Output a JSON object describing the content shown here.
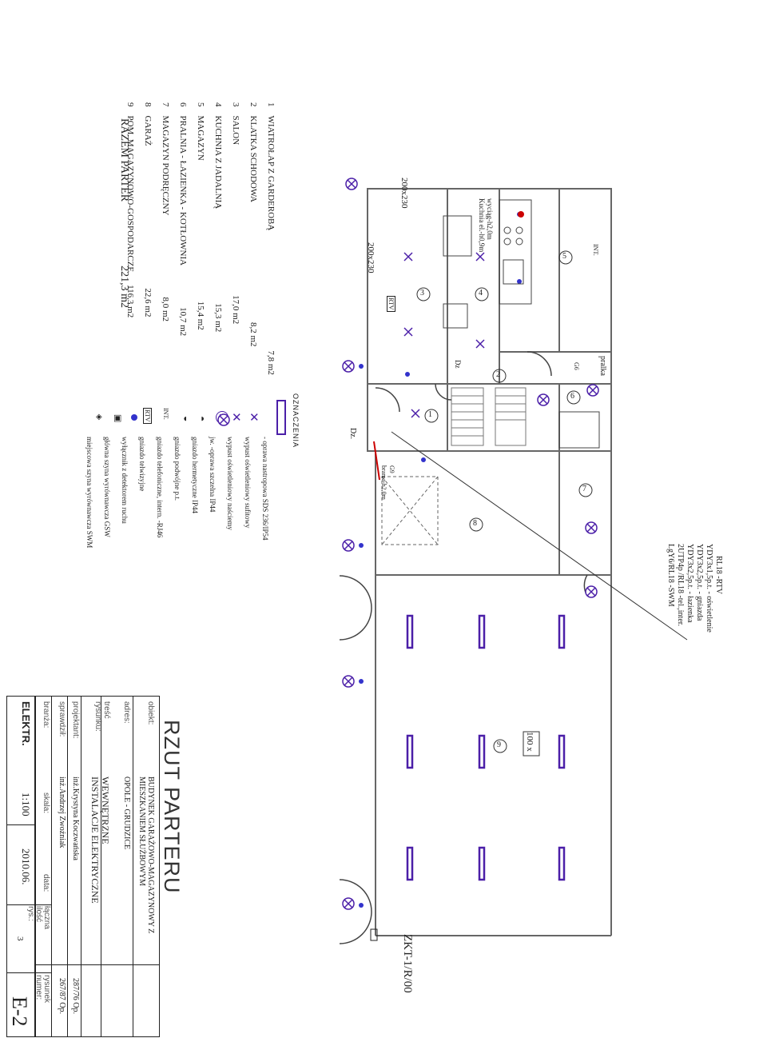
{
  "rooms": [
    {
      "num": "1",
      "name": "WIATROŁAP Z GARDEROBĄ",
      "area": "7,8 m2"
    },
    {
      "num": "2",
      "name": "KLATKA SCHODOWA",
      "area": "8,2 m2"
    },
    {
      "num": "3",
      "name": "SALON",
      "area": "17,0 m2"
    },
    {
      "num": "4",
      "name": "KUCHNIA Z JADALNIĄ",
      "area": "15,3 m2"
    },
    {
      "num": "5",
      "name": "MAGAZYN",
      "area": "15,4 m2"
    },
    {
      "num": "6",
      "name": "PRALNIA - ŁAZIENKA - KOTŁOWNIA",
      "area": "10,7 m2"
    },
    {
      "num": "7",
      "name": "MAGAZYN PODRĘCZNY",
      "area": "8,0 m2"
    },
    {
      "num": "8",
      "name": "GARAŻ",
      "area": "22,6 m2"
    },
    {
      "num": "9",
      "name": "POM. MAGAZYNOWO-GOSPODARCZE",
      "area": "116,3 m2"
    }
  ],
  "total": {
    "label": "RAZEM PARTER",
    "area": "221,3 m2"
  },
  "legend": {
    "title": "OZNACZENIA",
    "items": [
      "- oprawa nastropowa SDS 236/IP54",
      "wypust oświetleniowy sufitowy",
      "wypust oświetleniowy naściemy",
      "jw. -oprawa szczelna IP44",
      "gniazdo hermetyczne IP44",
      "gniazdo podwójne p.t.",
      "gniazdo telefoniczne, intern. -RJ46",
      "gniazdo telwizyjne",
      "wyłącznik z detektorem ruchu",
      "główna szyna wyrównawcza GSW",
      "miejscowa szyna wyrównawcza SWM"
    ]
  },
  "cables": [
    "RL18 -RTV",
    "YDY3x1,5p.t. - oświetlenie",
    "YDY3x2,5p.t. - gniazda",
    "YDY3x2,5p.t. - łazienka",
    "2UTP4p /RL18 -tel.,inter.",
    "LgY6/RL18 -SWM"
  ],
  "plan_labels": {
    "window1": "200x230",
    "window2": "200x230",
    "zkt": "ZKT-1/R/00",
    "brama": "G9",
    "brama2": "brama-h2,0m",
    "pralka": "pralka",
    "g6": "G6",
    "dz": "Dz.",
    "dz2": "Dz",
    "int": "INT.",
    "rtv": "RTV",
    "wyciag": "wyciąg-h2,0m",
    "kuchnia": "Kuchnia el.-h0,9m",
    "gate": "100 x",
    "room_nums": [
      "1",
      "2",
      "3",
      "4",
      "5",
      "6",
      "7",
      "8",
      "9"
    ]
  },
  "title_block": {
    "heading": "RZUT PARTERU",
    "obiekt_label": "obiekt:",
    "obiekt": "BUDYNEK GARAŻOWO-MAGAZYNOWY Z MIESZKANIEM SŁUŻBOWYM",
    "adres_label": "adres:",
    "adres": "OPOLE - GRUDZICE",
    "tresc_label": "treść rysunku:",
    "tresc1": "WEWNĘTRZNE",
    "tresc2": "INSTALACJE ELEKTRYCZNE",
    "projektant_label": "projektant:",
    "projektant": "inż.Krystyna Koczwańska",
    "projektant_nr": "287/76 Op.",
    "sprawdzil_label": "sprawdził:",
    "sprawdzil": "inż.Andrzej Zwoźniak",
    "sprawdzil_nr": "267/87 Op.",
    "branza_label": "branża:",
    "branza": "ELEKTR.",
    "skala_label": "skala:",
    "skala": "1:100",
    "data_label": "data:",
    "data": "2010.06.",
    "ilosc_label": "łączna ilość rys.:",
    "ilosc": "3",
    "numer_label": "rysunek numer:",
    "numer": "E-2"
  },
  "colors": {
    "fixture": "#4b1fa8",
    "socket": "#3333cc",
    "wall": "#666666",
    "red": "#cc0000"
  }
}
